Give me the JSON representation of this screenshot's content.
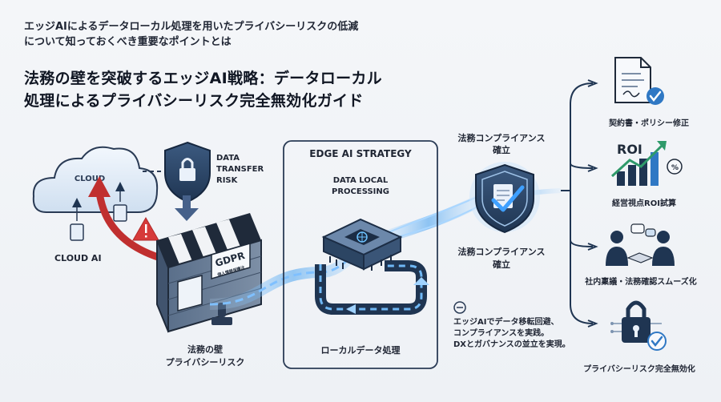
{
  "header": {
    "subtitle_line1": "エッジAIによるデータローカル処理を用いたプライバシーリスクの低減",
    "subtitle_line2": "について知っておくべき重要なポイントとは",
    "title_line1": "法務の壁を突破するエッジAI戦略：データローカル",
    "title_line2": "処理によるプライバシーリスク完全無効化ガイド"
  },
  "left": {
    "cloud_label": "CLOUD",
    "cloud_ai_label": "CLOUD AI",
    "data_transfer_line1": "DATA",
    "data_transfer_line2": "TRANSFER",
    "data_transfer_line3": "RISK",
    "gdpr_label": "GDPR",
    "gdpr_sub": "個人情報保護法",
    "wall_line1": "法務の壁",
    "wall_line2": "プライバシーリスク"
  },
  "center": {
    "strategy_title": "EDGE AI STRATEGY",
    "processing_line1": "DATA LOCAL",
    "processing_line2": "PROCESSING",
    "local_label": "ローカルデータ処理"
  },
  "compliance": {
    "top_line1": "法務コンプライアンス",
    "top_line2": "確立",
    "bottom_line1": "法務コンプライアンス",
    "bottom_line2": "確立"
  },
  "note": {
    "line1": "エッジAIでデータ移転回避、",
    "line2": "コンプライアンスを実践。",
    "line3": "DXとガバナンスの並立を実現。"
  },
  "outcomes": [
    {
      "label": "契約書・ポリシー修正",
      "icon": "contract-document-icon"
    },
    {
      "label": "経営視点ROI試算",
      "icon": "roi-chart-icon",
      "badge": "ROI"
    },
    {
      "label": "社内稟議・法務確認スムーズ化",
      "icon": "handshake-meeting-icon"
    },
    {
      "label": "プライバシーリスク完全無効化",
      "icon": "padlock-check-icon"
    }
  ],
  "colors": {
    "navy": "#1f3552",
    "accent_blue": "#3a8fe0",
    "arrow_red": "#d63a3a",
    "check_blue": "#2f78c4"
  }
}
